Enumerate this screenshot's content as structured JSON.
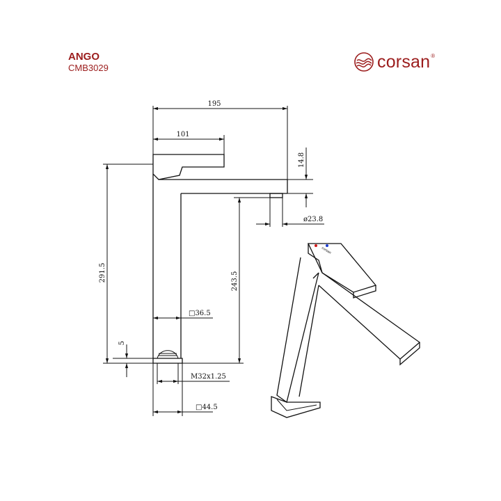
{
  "header": {
    "product_name": "ANGO",
    "product_code": "CMB3029"
  },
  "logo": {
    "icon": "corsan-wave-icon",
    "text": "corsan",
    "registered": "®",
    "color": "#9b1c1c"
  },
  "dimensions": {
    "overall_length": "195",
    "handle_length": "101",
    "spout_thickness": "14.8",
    "aerator_diameter": "ø23.8",
    "total_height": "291.5",
    "spout_height": "243.5",
    "body_square": "□36.5",
    "base_gap": "5",
    "thread": "M32x1.25",
    "base_square": "□44.5"
  },
  "iso_view": {
    "brand_label": "corsan",
    "hot_color": "#d11a1a",
    "cold_color": "#1a3cd1"
  }
}
